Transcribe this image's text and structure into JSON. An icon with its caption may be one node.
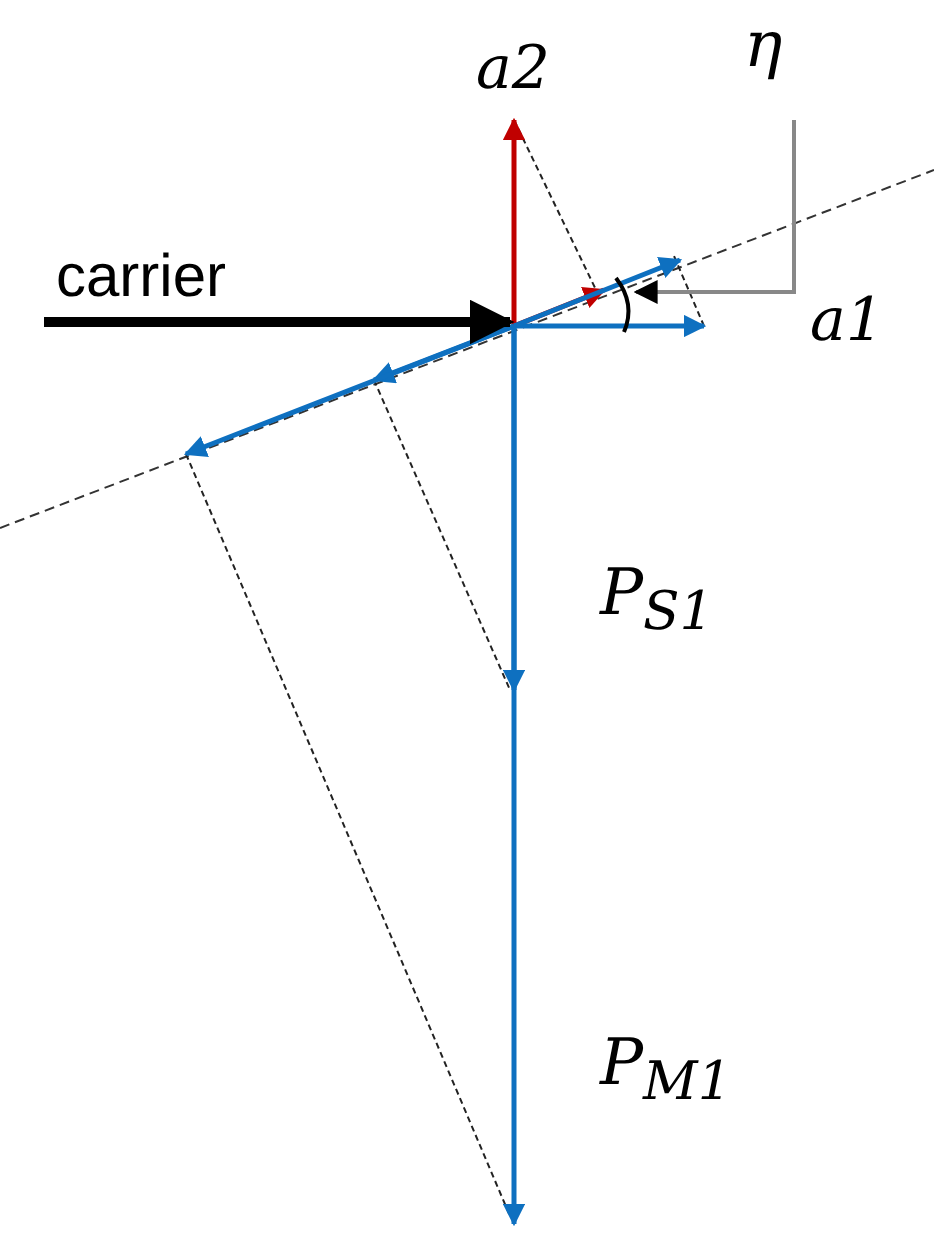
{
  "diagram": {
    "nodes": [
      {
        "text": [
          "η"
        ]
      },
      {
        "text": [],
        "shape": "arc"
      }
    ],
    "edges": [
      {
        "from": 0,
        "to": 1,
        "arrow": "to"
      }
    ],
    "labels": [
      "a2",
      "carrier",
      "a1",
      "P$_{S1}$",
      "P$_{M1}$"
    ]
  }
}
